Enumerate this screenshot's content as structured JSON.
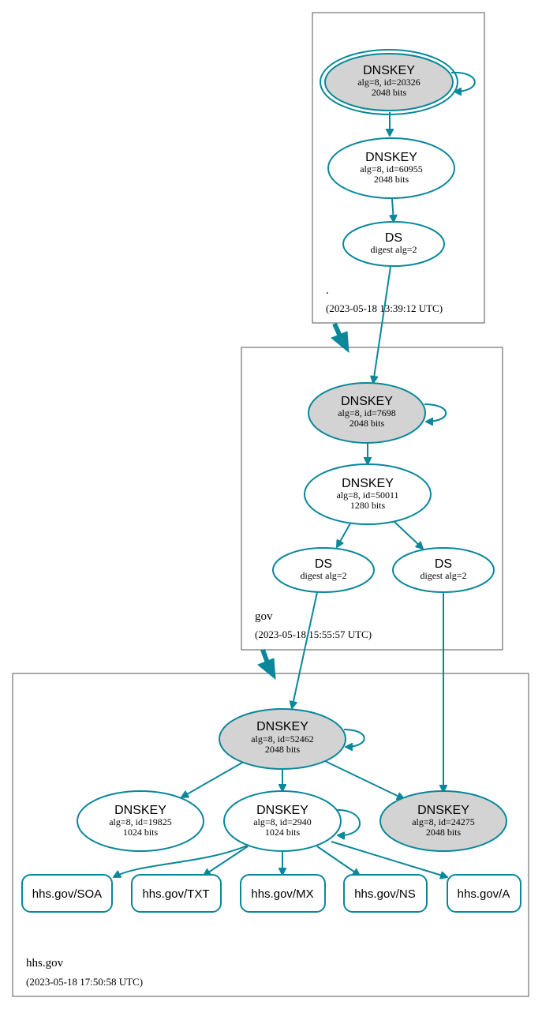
{
  "colors": {
    "edge": "#0a879a",
    "sep_fill": "#d3d3d3",
    "node_fill": "#ffffff",
    "zone_border": "#555555"
  },
  "zones": {
    "root": {
      "name": ".",
      "time": "(2023-05-18 13:39:12 UTC)"
    },
    "gov": {
      "name": "gov",
      "time": "(2023-05-18 15:55:57 UTC)"
    },
    "hhs": {
      "name": "hhs.gov",
      "time": "(2023-05-18 17:50:58 UTC)"
    }
  },
  "nodes": {
    "root_ksk": {
      "type": "DNSKEY",
      "line1": "alg=8, id=20326",
      "line2": "2048 bits"
    },
    "root_zsk": {
      "type": "DNSKEY",
      "line1": "alg=8, id=60955",
      "line2": "2048 bits"
    },
    "root_ds": {
      "type": "DS",
      "line1": "digest alg=2"
    },
    "gov_ksk": {
      "type": "DNSKEY",
      "line1": "alg=8, id=7698",
      "line2": "2048 bits"
    },
    "gov_zsk": {
      "type": "DNSKEY",
      "line1": "alg=8, id=50011",
      "line2": "1280 bits"
    },
    "gov_ds1": {
      "type": "DS",
      "line1": "digest alg=2"
    },
    "gov_ds2": {
      "type": "DS",
      "line1": "digest alg=2"
    },
    "hhs_ksk": {
      "type": "DNSKEY",
      "line1": "alg=8, id=52462",
      "line2": "2048 bits"
    },
    "hhs_k19825": {
      "type": "DNSKEY",
      "line1": "alg=8, id=19825",
      "line2": "1024 bits"
    },
    "hhs_zsk": {
      "type": "DNSKEY",
      "line1": "alg=8, id=2940",
      "line2": "1024 bits"
    },
    "hhs_k24275": {
      "type": "DNSKEY",
      "line1": "alg=8, id=24275",
      "line2": "2048 bits"
    }
  },
  "rrsets": {
    "soa": "hhs.gov/SOA",
    "txt": "hhs.gov/TXT",
    "mx": "hhs.gov/MX",
    "ns": "hhs.gov/NS",
    "a": "hhs.gov/A"
  }
}
